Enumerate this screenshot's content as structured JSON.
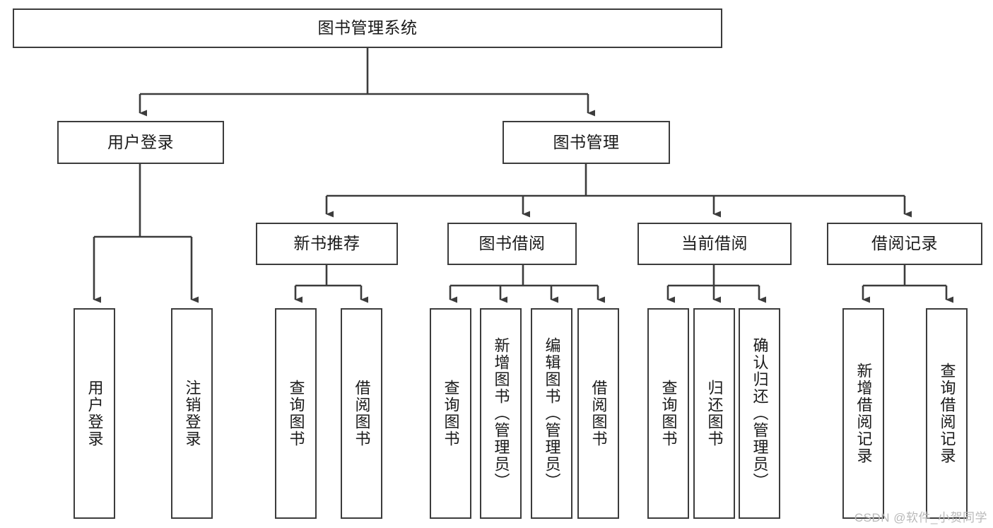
{
  "diagram": {
    "title": "图书管理系统",
    "type": "tree",
    "watermark": "CSDN @软件_小贺同学",
    "colors": {
      "box_border": "#3c3c3c",
      "box_fill": "#ffffff",
      "edge": "#3c3c3c",
      "text": "#1a1a1a",
      "watermark": "#b9b9b9"
    },
    "nodes": {
      "root": {
        "label": "图书管理系统",
        "level": 1,
        "orientation": "horizontal"
      },
      "login": {
        "label": "用户登录",
        "level": 2,
        "orientation": "horizontal"
      },
      "book_mgmt": {
        "label": "图书管理",
        "level": 2,
        "orientation": "horizontal"
      },
      "new_book_rec": {
        "label": "新书推荐",
        "level": 3,
        "orientation": "horizontal"
      },
      "book_borrow": {
        "label": "图书借阅",
        "level": 3,
        "orientation": "horizontal"
      },
      "current_borrow": {
        "label": "当前借阅",
        "level": 3,
        "orientation": "horizontal"
      },
      "borrow_record": {
        "label": "借阅记录",
        "level": 3,
        "orientation": "horizontal"
      },
      "leaf_user_login": {
        "label": "用户登录",
        "level": 4,
        "orientation": "vertical"
      },
      "leaf_logout": {
        "label": "注销登录",
        "level": 4,
        "orientation": "vertical"
      },
      "leaf_query_book_1": {
        "label": "查询图书",
        "level": 4,
        "orientation": "vertical"
      },
      "leaf_borrow_book_1": {
        "label": "借阅图书",
        "level": 4,
        "orientation": "vertical"
      },
      "leaf_query_book_2": {
        "label": "查询图书",
        "level": 4,
        "orientation": "vertical"
      },
      "leaf_add_book": {
        "label": "新增图书（管理员）",
        "level": 4,
        "orientation": "vertical"
      },
      "leaf_edit_book": {
        "label": "编辑图书（管理员）",
        "level": 4,
        "orientation": "vertical"
      },
      "leaf_borrow_book_2": {
        "label": "借阅图书",
        "level": 4,
        "orientation": "vertical"
      },
      "leaf_query_book_3": {
        "label": "查询图书",
        "level": 4,
        "orientation": "vertical"
      },
      "leaf_return_book": {
        "label": "归还图书",
        "level": 4,
        "orientation": "vertical"
      },
      "leaf_confirm_return": {
        "label": "确认归还（管理员）",
        "level": 4,
        "orientation": "vertical"
      },
      "leaf_add_record": {
        "label": "新增借阅记录",
        "level": 4,
        "orientation": "vertical"
      },
      "leaf_query_record": {
        "label": "查询借阅记录",
        "level": 4,
        "orientation": "vertical"
      }
    },
    "edges": [
      {
        "from": "root",
        "to": "login"
      },
      {
        "from": "root",
        "to": "book_mgmt"
      },
      {
        "from": "login",
        "to": "leaf_user_login"
      },
      {
        "from": "login",
        "to": "leaf_logout"
      },
      {
        "from": "book_mgmt",
        "to": "new_book_rec"
      },
      {
        "from": "book_mgmt",
        "to": "book_borrow"
      },
      {
        "from": "book_mgmt",
        "to": "current_borrow"
      },
      {
        "from": "book_mgmt",
        "to": "borrow_record"
      },
      {
        "from": "new_book_rec",
        "to": "leaf_query_book_1"
      },
      {
        "from": "new_book_rec",
        "to": "leaf_borrow_book_1"
      },
      {
        "from": "book_borrow",
        "to": "leaf_query_book_2"
      },
      {
        "from": "book_borrow",
        "to": "leaf_add_book"
      },
      {
        "from": "book_borrow",
        "to": "leaf_edit_book"
      },
      {
        "from": "book_borrow",
        "to": "leaf_borrow_book_2"
      },
      {
        "from": "current_borrow",
        "to": "leaf_query_book_3"
      },
      {
        "from": "current_borrow",
        "to": "leaf_return_book"
      },
      {
        "from": "current_borrow",
        "to": "leaf_confirm_return"
      },
      {
        "from": "borrow_record",
        "to": "leaf_add_record"
      },
      {
        "from": "borrow_record",
        "to": "leaf_query_record"
      }
    ]
  }
}
